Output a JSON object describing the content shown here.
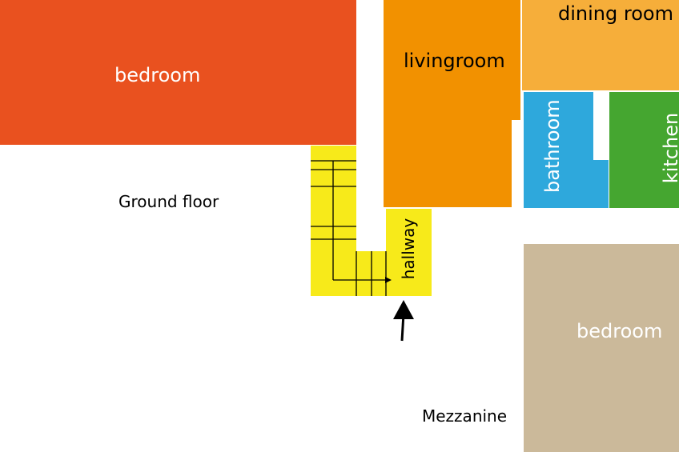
{
  "colors": {
    "bedroom_ground": "#E9511F",
    "livingroom": "#F29100",
    "dining_room": "#F6AE3A",
    "bathroom": "#2EA8DC",
    "kitchen": "#45A630",
    "hallway": "#F7EA1A",
    "bedroom_mezzanine": "#CBB99A",
    "line": "#000000"
  },
  "rooms": {
    "bedroom_ground": "bedroom",
    "livingroom": "livingroom",
    "dining_room": "dining room",
    "bathroom": "bathroom",
    "kitchen": "kitchen",
    "hallway": "hallway",
    "bedroom_mezzanine": "bedroom"
  },
  "levels": {
    "ground": "Ground floor",
    "mezzanine": "Mezzanine"
  }
}
